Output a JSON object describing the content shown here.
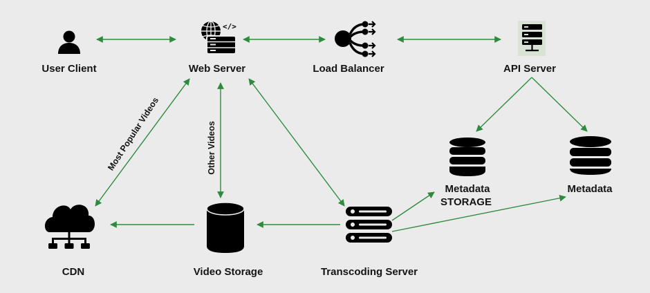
{
  "colors": {
    "background": "#ebebeb",
    "edge": "#2e8b3e",
    "icon": "#000000",
    "text": "#141414",
    "api_icon_bg": "#d8e3d6"
  },
  "nodes": {
    "user_client": {
      "label": "User Client",
      "icon": "user-icon"
    },
    "web_server": {
      "label": "Web Server",
      "icon": "web-server-icon"
    },
    "load_balancer": {
      "label": "Load Balancer",
      "icon": "load-balancer-icon"
    },
    "api_server": {
      "label": "API Server",
      "icon": "server-rack-icon"
    },
    "metadata_storage": {
      "label_line1": "Metadata",
      "label_line2": "STORAGE",
      "icon": "database-icon"
    },
    "metadata": {
      "label": "Metadata",
      "icon": "database-icon"
    },
    "cdn": {
      "label": "CDN",
      "icon": "cloud-network-icon"
    },
    "video_storage": {
      "label": "Video Storage",
      "icon": "cylinder-storage-icon"
    },
    "transcoding_server": {
      "label": "Transcoding Server",
      "icon": "server-stack-icon"
    }
  },
  "edge_labels": {
    "most_popular": "Most Popular Videos",
    "other_videos": "Other Videos"
  }
}
